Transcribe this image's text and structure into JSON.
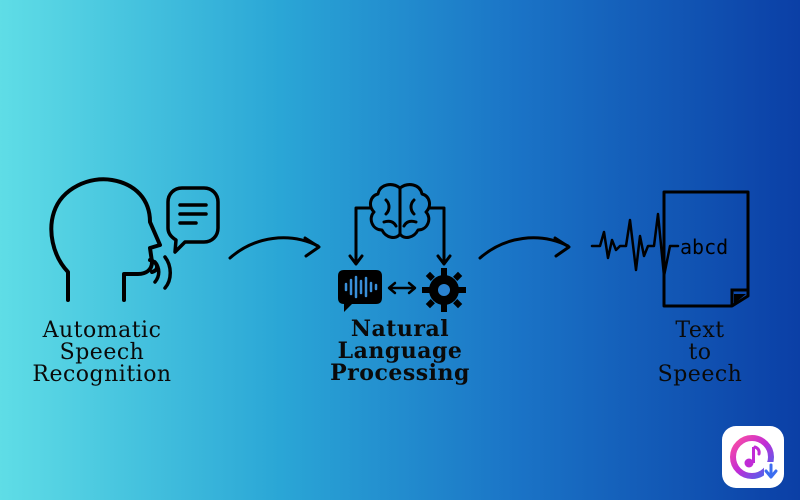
{
  "background": {
    "gradient_start": "#5fdde6",
    "gradient_end": "#0b3fa6"
  },
  "stages": [
    {
      "icon": "speaking-head-icon",
      "label_lines": [
        "Automatic",
        "Speech",
        "Recognition"
      ]
    },
    {
      "icon": "brain-icon",
      "label_lines": [
        "Natural",
        "Language",
        "Processing"
      ]
    },
    {
      "icon": "waveform-document-icon",
      "label_lines": [
        "Text",
        "to",
        "Speech"
      ],
      "document_text": "abcd"
    }
  ],
  "app_badge": {
    "icon": "music-download-icon",
    "accent": "#c02bd6"
  }
}
